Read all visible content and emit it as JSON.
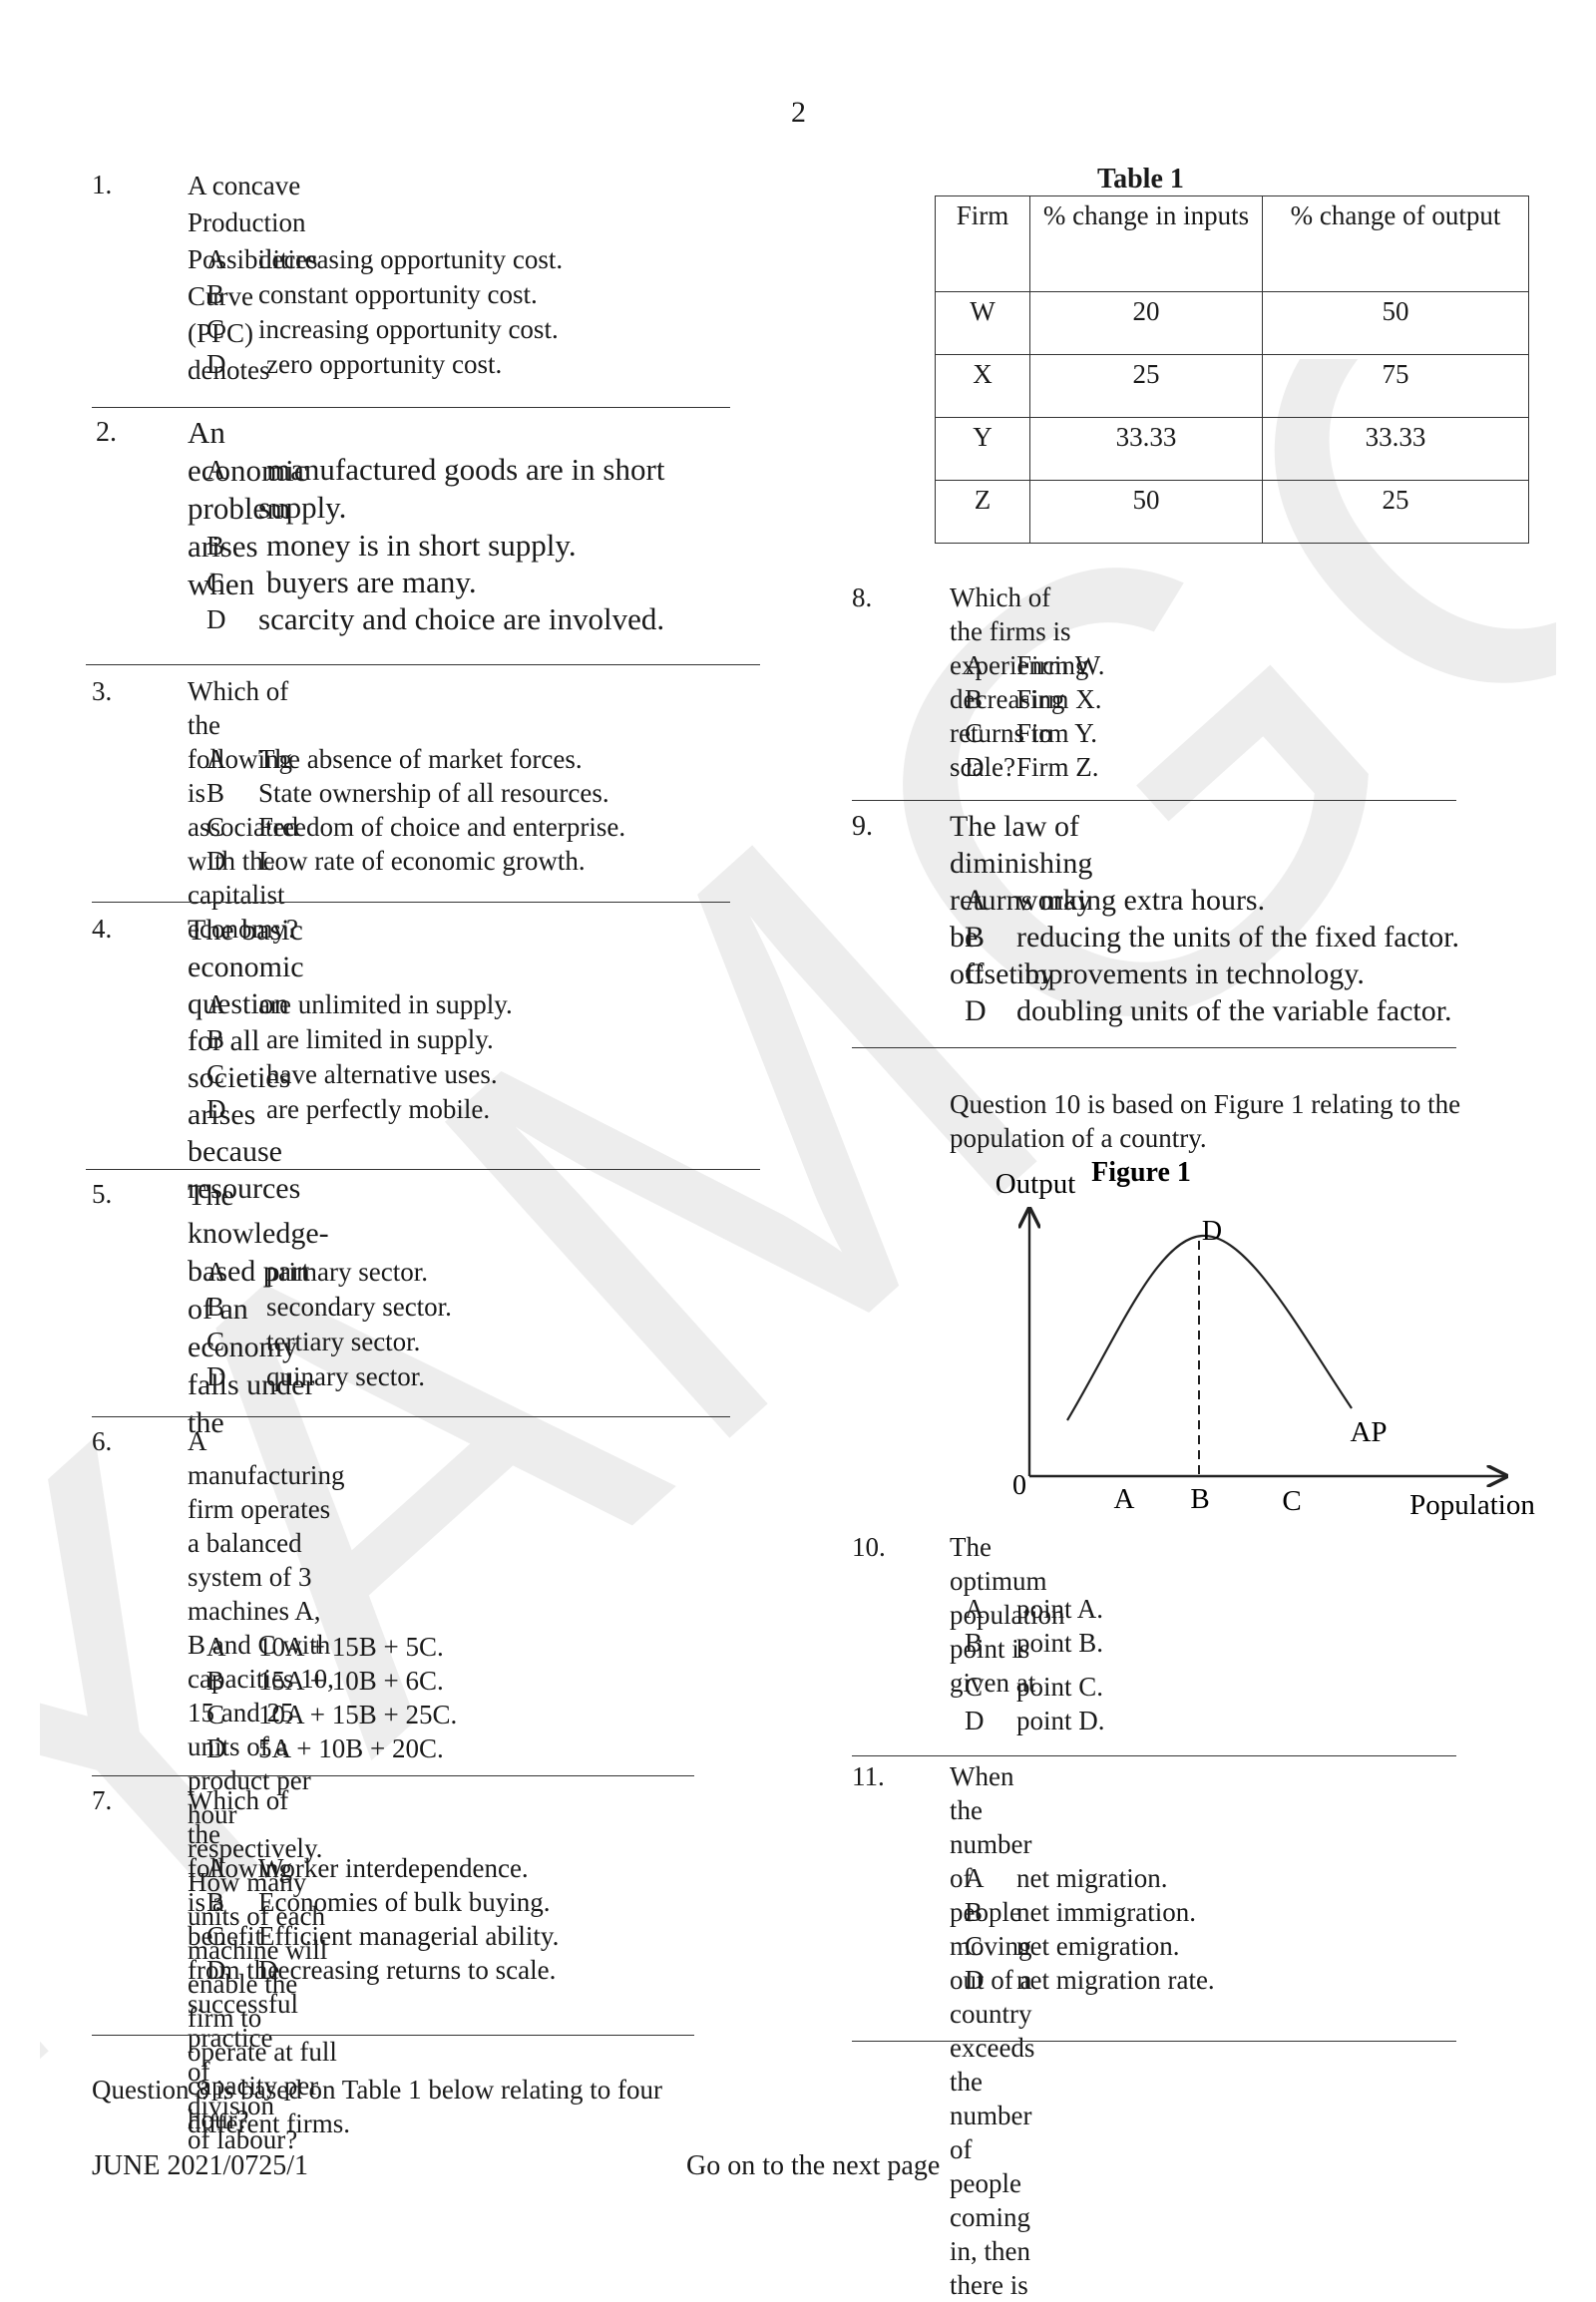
{
  "page_number": "2",
  "watermark": "EYAMGO",
  "questions_left": [
    {
      "num": "1.",
      "stem": [
        "A concave Production Possibilities Curve",
        "(PPC) denotes"
      ],
      "options": [
        [
          "A",
          "decreasing opportunity cost."
        ],
        [
          "B",
          "constant opportunity cost."
        ],
        [
          "C",
          "increasing opportunity cost."
        ],
        [
          "D",
          "zero opportunity cost."
        ]
      ]
    },
    {
      "num": "2.",
      "stem": [
        "An economic problem arises when"
      ],
      "options": [
        [
          "A",
          "manufactured goods are in short"
        ],
        [
          "",
          "supply."
        ],
        [
          "B",
          "money is in short supply."
        ],
        [
          "C",
          "buyers are many."
        ],
        [
          "D",
          "scarcity and choice are involved."
        ]
      ]
    },
    {
      "num": "3.",
      "stem": [
        "Which of the following is associated with the",
        "capitalist economy?"
      ],
      "options": [
        [
          "A",
          "The absence of market forces."
        ],
        [
          "B",
          "State ownership of all resources."
        ],
        [
          "C",
          "Freedom of choice and enterprise."
        ],
        [
          "D",
          "Low rate of economic growth."
        ]
      ]
    },
    {
      "num": "4.",
      "stem": [
        "The basic economic question for all",
        "societies arises because resources"
      ],
      "options": [
        [
          "A",
          "are unlimited in supply."
        ],
        [
          "B",
          "are limited in supply."
        ],
        [
          "C",
          "have alternative uses."
        ],
        [
          "D",
          "are perfectly mobile."
        ]
      ]
    },
    {
      "num": "5.",
      "stem": [
        "The knowledge-based part of an economy",
        "falls under the"
      ],
      "options": [
        [
          "A",
          "primary sector."
        ],
        [
          "B",
          "secondary sector."
        ],
        [
          "C",
          "tertiary sector."
        ],
        [
          "D",
          "quinary sector."
        ]
      ]
    },
    {
      "num": "6.",
      "stem": [
        "A manufacturing firm operates a balanced",
        "system of 3 machines A, B and C with",
        "capacities 10, 15 and 25 units of a product per",
        "hour respectively. How many units of each",
        "machine will enable the firm to operate  at full",
        "capacity per hour?"
      ],
      "options": [
        [
          "A",
          "10A + 15B + 5C."
        ],
        [
          "B",
          "15A + 10B + 6C."
        ],
        [
          "C",
          "10A + 15B + 25C."
        ],
        [
          "D",
          "5A + 10B + 20C."
        ]
      ]
    },
    {
      "num": "7.",
      "stem": [
        "Which of the following is a benefit from the",
        "successful practice of division of labour?"
      ],
      "options": [
        [
          "A",
          "Worker interdependence."
        ],
        [
          "B",
          "Economies of bulk buying."
        ],
        [
          "C",
          "Efficient managerial ability."
        ],
        [
          "D",
          "Decreasing returns to scale."
        ]
      ]
    }
  ],
  "q8_intro": [
    "Question 8 is based on Table 1 below relating to four",
    "different firms."
  ],
  "table1": {
    "caption": "Table 1",
    "headers": [
      "Firm",
      "% change in inputs",
      "% change of output"
    ],
    "rows": [
      [
        "W",
        "20",
        "50"
      ],
      [
        "X",
        "25",
        "75"
      ],
      [
        "Y",
        "33.33",
        "33.33"
      ],
      [
        "Z",
        "50",
        "25"
      ]
    ]
  },
  "questions_right": [
    {
      "num": "8.",
      "stem": [
        "Which of the firms is experiencing decreasing",
        "returns to scale?"
      ],
      "options": [
        [
          "A",
          "Firm W."
        ],
        [
          "B",
          "Firm X."
        ],
        [
          "C",
          "Firm Y."
        ],
        [
          "D",
          "Firm Z."
        ]
      ]
    },
    {
      "num": "9.",
      "stem": [
        "The law of diminishing returns may be",
        "offset by"
      ],
      "options": [
        [
          "A",
          "working extra hours."
        ],
        [
          "B",
          "reducing the units of the fixed factor."
        ],
        [
          "C",
          "improvements in technology."
        ],
        [
          "D",
          "doubling units of the variable factor."
        ]
      ]
    }
  ],
  "q10_intro": [
    "Question 10 is based on Figure 1 relating to the",
    "population of a country."
  ],
  "figure1": {
    "caption": "Figure 1",
    "y_label": "Output",
    "x_label": "Population",
    "origin": "0",
    "peak_label": "D",
    "curve_label": "AP",
    "x_points": [
      "A",
      "B",
      "C"
    ]
  },
  "q10": {
    "num": "10.",
    "stem": "The optimum population point is given at",
    "options": [
      [
        "A",
        "point A."
      ],
      [
        "B",
        "point B."
      ],
      [
        "C",
        "point C."
      ],
      [
        "D",
        "point D."
      ]
    ]
  },
  "q11": {
    "num": "11.",
    "stem": [
      "When the number of people moving out of a",
      "country exceeds the number of people coming",
      "in, then there is"
    ],
    "options": [
      [
        "A",
        "net migration."
      ],
      [
        "B",
        "net immigration."
      ],
      [
        "C",
        "net emigration."
      ],
      [
        "D",
        "net migration rate."
      ]
    ]
  },
  "footer": {
    "code": "JUNE 2021/0725/1",
    "next": "Go on to the next page"
  }
}
